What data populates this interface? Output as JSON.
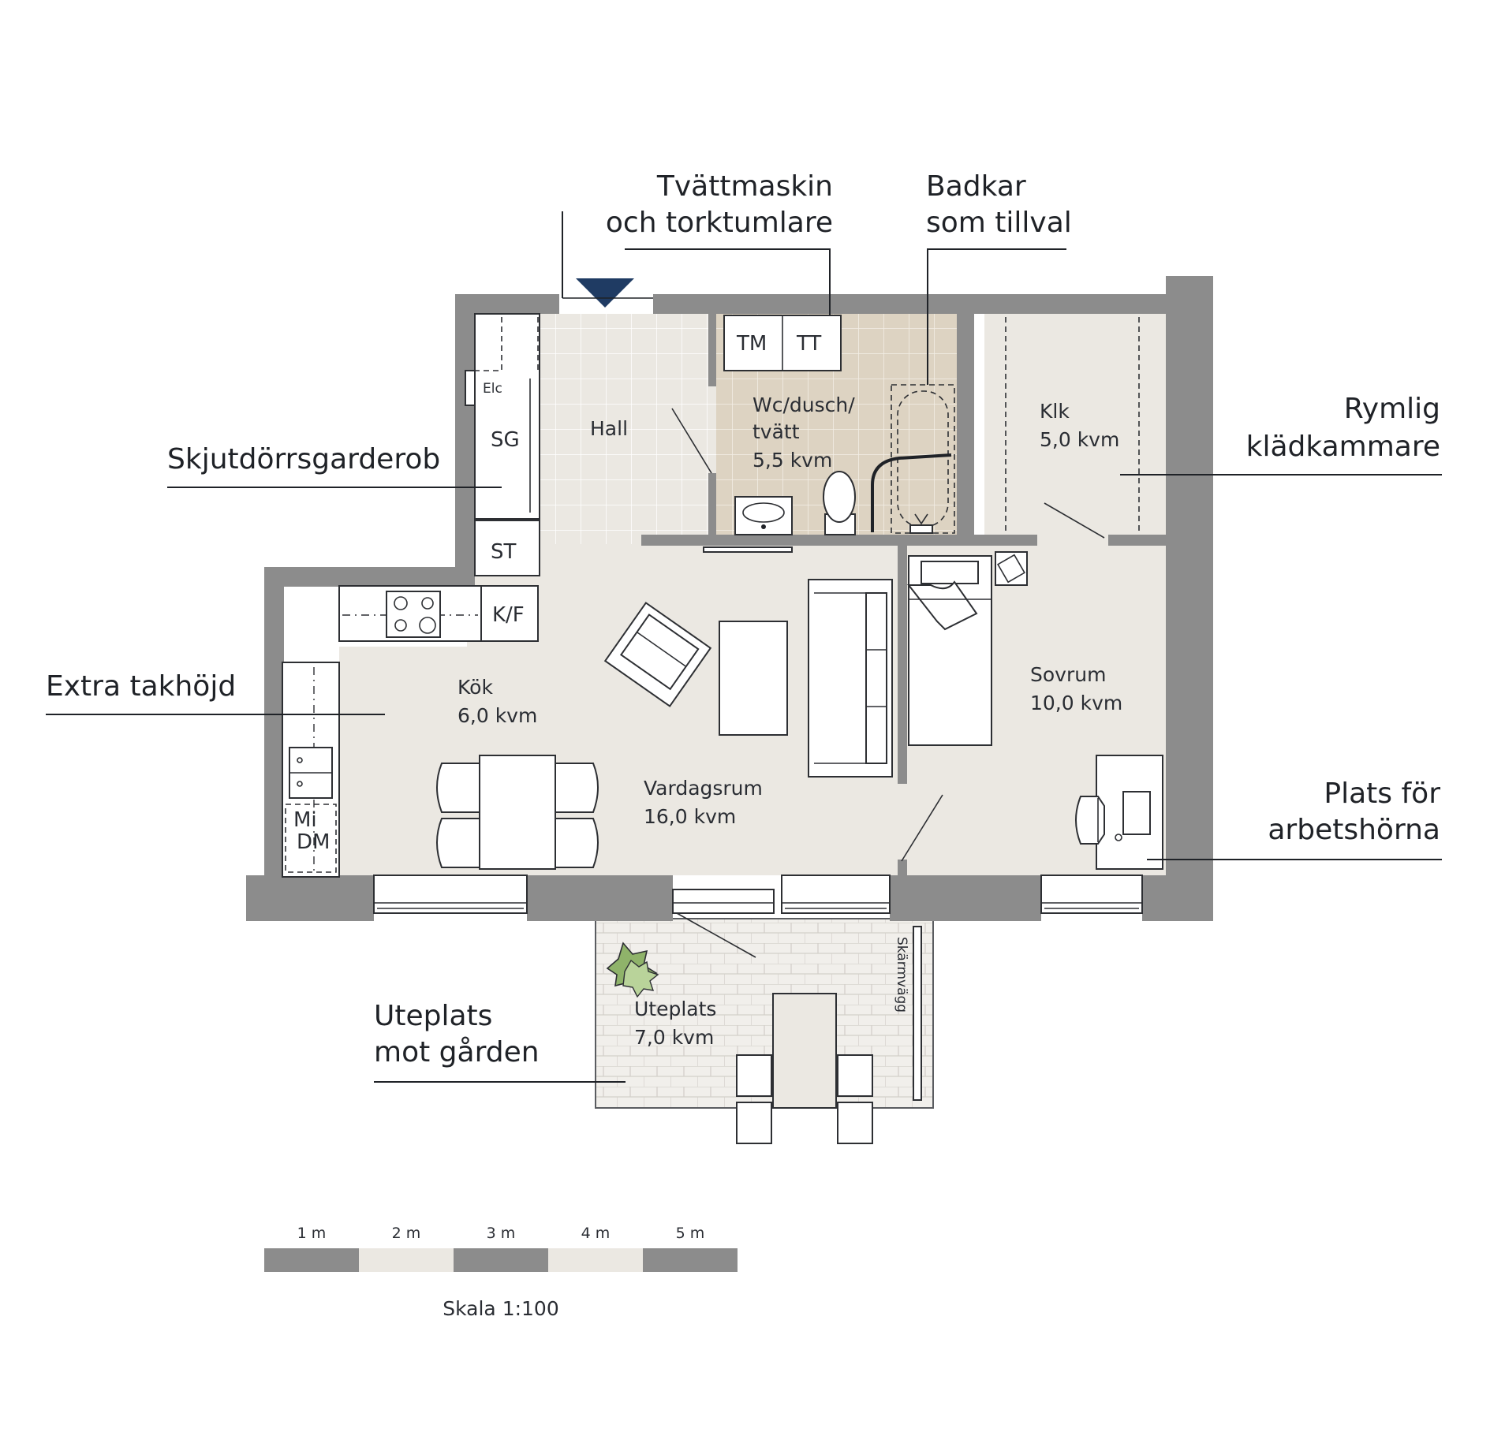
{
  "callouts": {
    "washer_line1": "Tvättmaskin",
    "washer_line2": "och torktumlare",
    "bathtub_line1": "Badkar",
    "bathtub_line2": "som tillval",
    "wardrobe": "Skjutdörrsgarderob",
    "closet_line1": "Rymlig",
    "closet_line2": "klädkammare",
    "ceiling": "Extra takhöjd",
    "workspace_line1": "Plats för",
    "workspace_line2": "arbetshörna",
    "patio_line1": "Uteplats",
    "patio_line2": "mot gården"
  },
  "rooms": {
    "hall": "Hall",
    "bath_line1": "Wc/dusch/",
    "bath_line2": "tvätt",
    "bath_area": "5,5 kvm",
    "klk": "Klk",
    "klk_area": "5,0 kvm",
    "kitchen": "Kök",
    "kitchen_area": "6,0 kvm",
    "living": "Vardagsrum",
    "living_area": "16,0 kvm",
    "bedroom": "Sovrum",
    "bedroom_area": "10,0 kvm",
    "patio": "Uteplats",
    "patio_area": "7,0 kvm"
  },
  "fixtures": {
    "tm": "TM",
    "tt": "TT",
    "elc": "Elc",
    "sg": "SG",
    "st": "ST",
    "kf": "K/F",
    "mi": "Mi",
    "dm": "DM",
    "screen_wall": "Skärmvägg"
  },
  "scale_bar": {
    "ticks": [
      "1 m",
      "2 m",
      "3 m",
      "4 m",
      "5 m"
    ],
    "caption": "Skala 1:100"
  },
  "colors": {
    "wall": "#8c8c8c",
    "floor": "#ebe8e2",
    "bath_floor": "#ddd3c2",
    "entrance_marker": "#1f3b63"
  }
}
